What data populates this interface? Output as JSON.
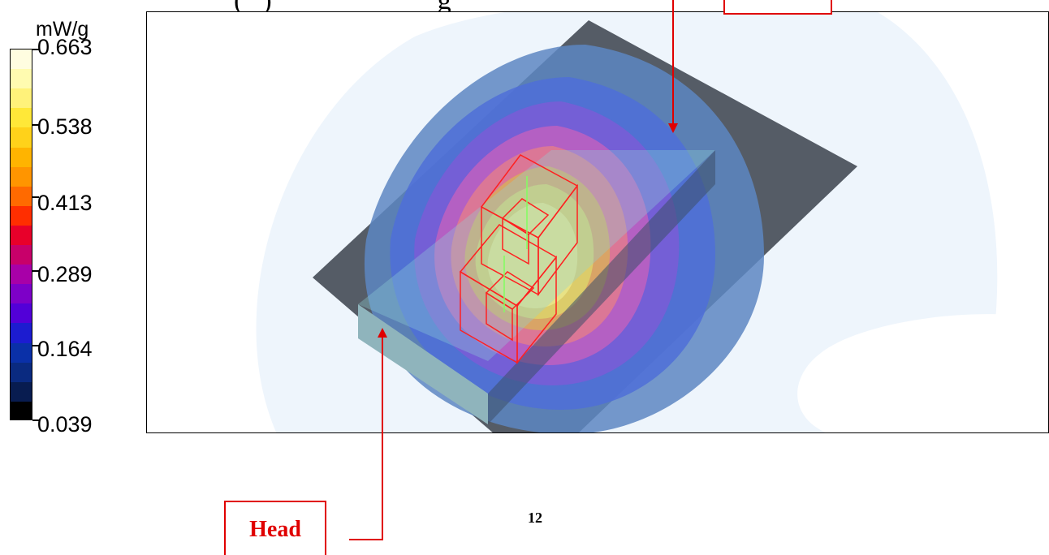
{
  "caption": {
    "fragment_1": "(",
    "fragment_2": ")",
    "fragment_3": "g"
  },
  "legend": {
    "unit": "mW/g",
    "ticks": [
      "0.663",
      "0.538",
      "0.413",
      "0.289",
      "0.164",
      "0.039"
    ],
    "colors": [
      "#fffde0",
      "#fffbb0",
      "#fff27a",
      "#ffe838",
      "#ffd21a",
      "#ffb400",
      "#ff9500",
      "#ff6a00",
      "#ff2e00",
      "#e8002a",
      "#c8006a",
      "#a800a8",
      "#7d00c8",
      "#5200d8",
      "#1c1cd0",
      "#0a30a8",
      "#0a2a80",
      "#081c50",
      "#000000"
    ]
  },
  "annotations": {
    "head_label": "Head"
  },
  "page": {
    "number": "12"
  }
}
